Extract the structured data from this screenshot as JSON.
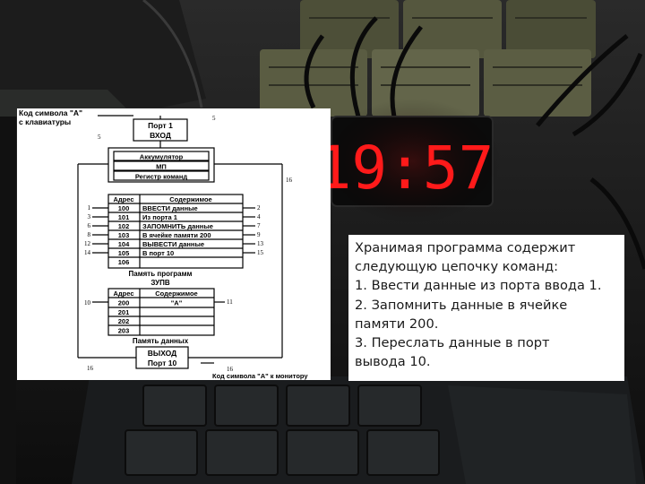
{
  "scene": {
    "clock_time": "19:57",
    "clock_color": "#ff1a1a"
  },
  "diagram": {
    "input_label_line1": "Код символа \"А\"",
    "input_label_line2": "с клавиатуры",
    "port_in_line1": "Порт 1",
    "port_in_line2": "ВХОД",
    "cpu_rows": [
      "Аккумулятор",
      "МП",
      "Регистр команд"
    ],
    "program_table": {
      "headers": [
        "Адрес",
        "Содержимое"
      ],
      "rows": [
        {
          "address": "100",
          "content": "ВВЕСТИ данные"
        },
        {
          "address": "101",
          "content": "Из порта 1"
        },
        {
          "address": "102",
          "content": "ЗАПОМНИТЬ данные"
        },
        {
          "address": "103",
          "content": "В ячейке памяти 200"
        },
        {
          "address": "104",
          "content": "ВЫВЕСТИ данные"
        },
        {
          "address": "105",
          "content": "В порт 10"
        },
        {
          "address": "106",
          "content": ""
        }
      ]
    },
    "program_memory_label_line1": "Память программ",
    "program_memory_label_line2": "ЗУПВ",
    "data_table": {
      "headers": [
        "Адрес",
        "Содержимое"
      ],
      "rows": [
        {
          "address": "200",
          "content": "\"А\""
        },
        {
          "address": "201",
          "content": ""
        },
        {
          "address": "202",
          "content": ""
        },
        {
          "address": "203",
          "content": ""
        }
      ]
    },
    "data_memory_label": "Память данных",
    "port_out_line1": "ВЫХОД",
    "port_out_line2": "Порт 10",
    "output_label": "Код символа \"А\" к монитору",
    "step_numbers": {
      "top_right": "5",
      "top_left": "5",
      "cpu_right": "16",
      "left": [
        "1",
        "3",
        "6",
        "8",
        "12",
        "14"
      ],
      "right": [
        "2",
        "4",
        "7",
        "9",
        "13",
        "15"
      ],
      "data_left": "10",
      "data_right": "11",
      "bottom_left": "16",
      "bottom_right": "16"
    }
  },
  "text_block": {
    "lines": [
      "Хранимая программа содержит",
      "следующую цепочку команд:",
      "1. Ввести данные из порта ввода 1.",
      "2. Запомнить данные в ячейке",
      "памяти 200.",
      "3. Переслать данные в порт",
      "вывода 10."
    ]
  }
}
